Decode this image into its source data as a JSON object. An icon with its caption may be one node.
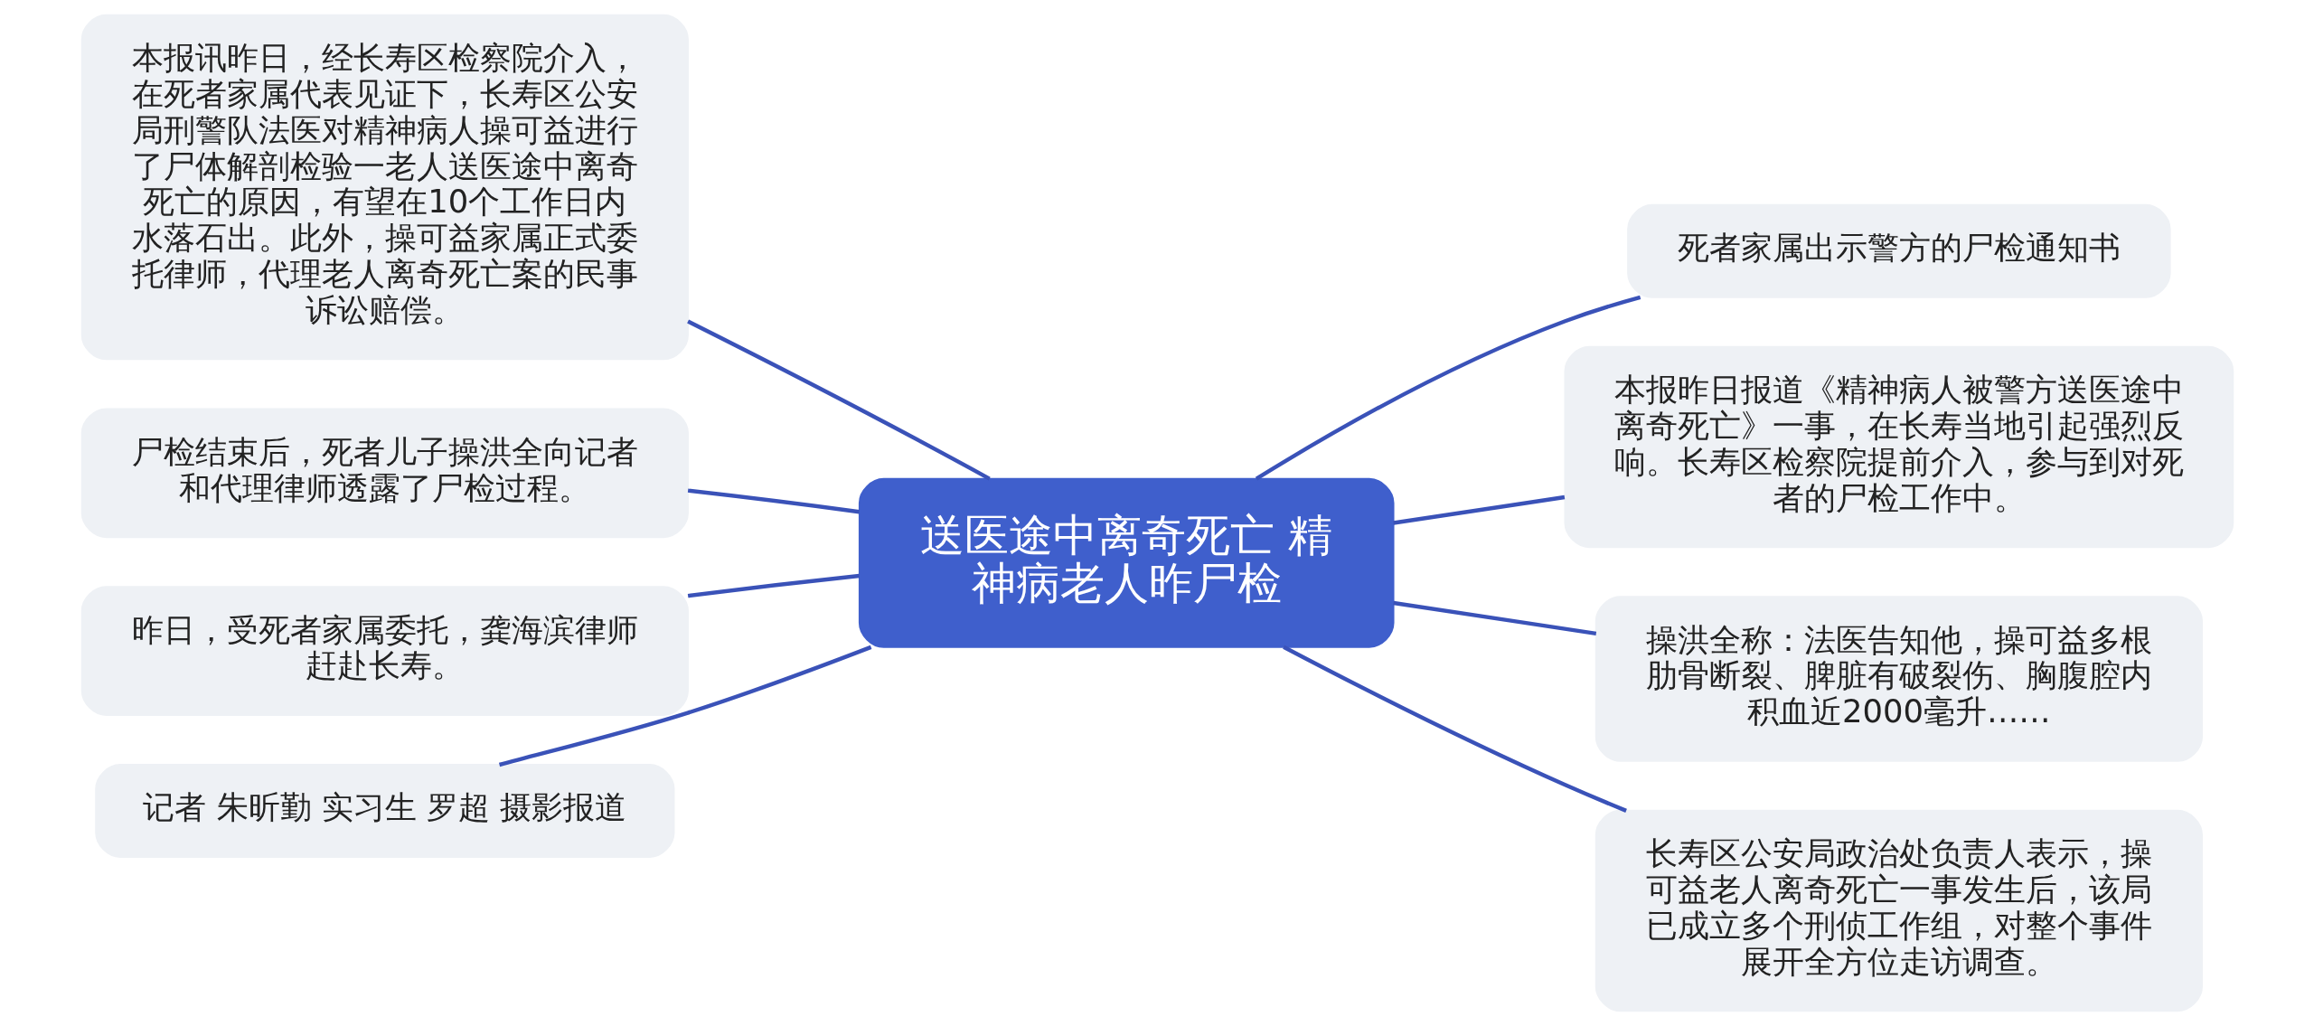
{
  "diagram": {
    "nodes": [
      {
        "text": [
          "送医途中离奇死亡 精神病老人昨尸检"
        ]
      },
      {
        "text": [
          "本报讯昨日，经长寿区检察院介入，在死者家属代表见证下，长寿区公安局刑警队法医对精神病人操可益进行了尸体解剖检验一老人送医途中离奇死亡的原因，有望在10个工作日内水落石出。此外，操可益家属正式委托律师，代理老人离奇死亡案的民事诉讼赔偿。"
        ]
      },
      {
        "text": [
          "尸检结束后，死者儿子操洪全向记者和代理律师透露了尸检过程。"
        ]
      },
      {
        "text": [
          "昨日，受死者家属委托，龚海滨律师赶赴长寿。"
        ]
      },
      {
        "text": [
          "记者 朱昕勤 实习生 罗超 摄影报道"
        ]
      },
      {
        "text": [
          "死者家属出示警方的尸检通知书"
        ]
      },
      {
        "text": [
          "本报昨日报道《精神病人被警方送医途中离奇死亡》一事，在长寿当地引起强烈反响。长寿区检察院提前介入，参与到对死者的尸检工作中。"
        ]
      },
      {
        "text": [
          "操洪全称：法医告知他，操可益多根肋骨断裂、脾脏有破裂伤、胸腹腔内积血近2000毫升……"
        ]
      },
      {
        "text": [
          "长寿区公安局政治处负责人表示，操可益老人离奇死亡一事发生后，该局已成立多个刑侦工作组，对整个事件展开全方位走访调查。"
        ]
      }
    ],
    "edges": [
      {
        "from": 0,
        "to": 1,
        "arrow": "none"
      },
      {
        "from": 0,
        "to": 2,
        "arrow": "none"
      },
      {
        "from": 0,
        "to": 3,
        "arrow": "none"
      },
      {
        "from": 0,
        "to": 4,
        "arrow": "none"
      },
      {
        "from": 0,
        "to": 5,
        "arrow": "none"
      },
      {
        "from": 0,
        "to": 6,
        "arrow": "none"
      },
      {
        "from": 0,
        "to": 7,
        "arrow": "none"
      },
      {
        "from": 0,
        "to": 8,
        "arrow": "none"
      }
    ]
  }
}
